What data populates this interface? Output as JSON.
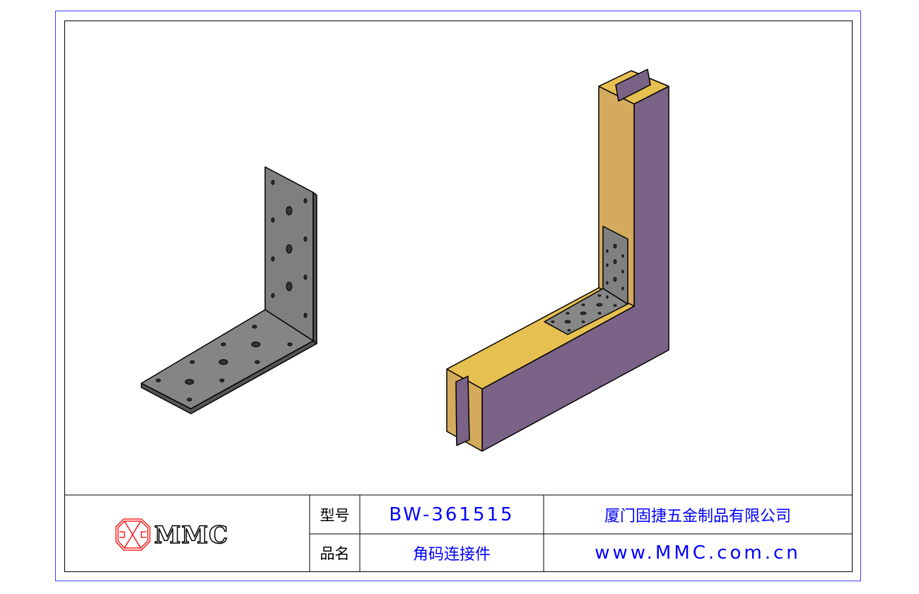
{
  "title_block": {
    "logo_text": "MMC",
    "model_label": "型号",
    "model_value": "BW-361515",
    "name_label": "品名",
    "name_value": "角码连接件",
    "company": "厦门固捷五金制品有限公司",
    "website": "www.MMC.com.cn"
  },
  "colors": {
    "border_blue": "#3b3bff",
    "text_blue": "#0000ff",
    "wood_top": "#e6c050",
    "wood_face": "#d4ab5c",
    "wood_side": "#7a6386",
    "steel": "#808080",
    "logo_red": "#ff0000"
  }
}
